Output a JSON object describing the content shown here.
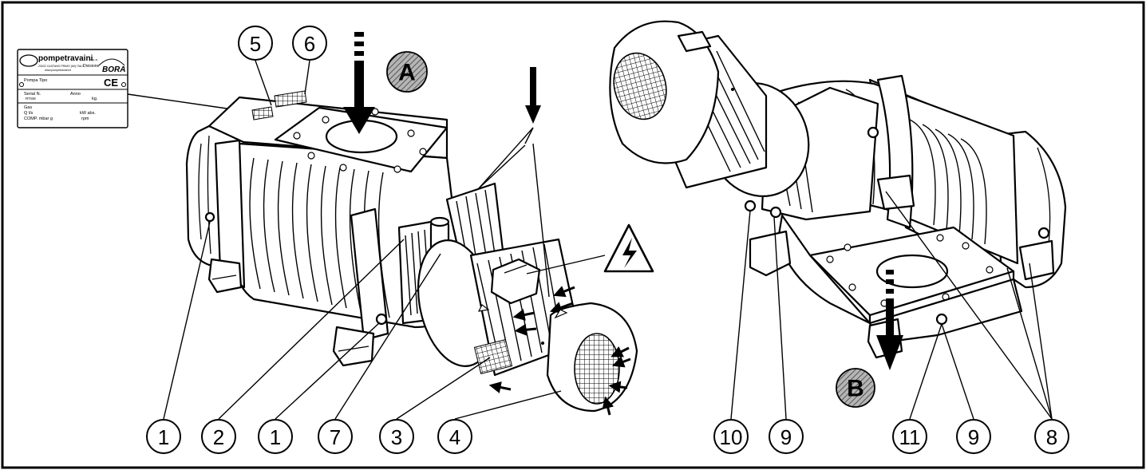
{
  "nameplate": {
    "brand": "pompetravaini",
    "brand_suffix": "s.p.a.",
    "division": "Divisione",
    "logo_text": "BORA",
    "address_line": "20022 CASTANO PRIMO (MI) ITALY",
    "web_line": "www.pompetravaini.it",
    "ce_mark": "CE",
    "fields": [
      {
        "label": "Pompa Tipo",
        "value": ""
      },
      {
        "label": "Serial N.",
        "value": "Anno"
      },
      {
        "label": "RTSM",
        "value": "kg."
      },
      {
        "label": "Gas",
        "value": ""
      },
      {
        "label": "Q l/s",
        "value": "kW abs."
      },
      {
        "label": "COMP. mbar g",
        "value": "rpm"
      }
    ]
  },
  "flow_labels": {
    "inlet": "A",
    "outlet": "B"
  },
  "callouts": {
    "c1a": "1",
    "c2": "2",
    "c1b": "1",
    "c7": "7",
    "c3": "3",
    "c4": "4",
    "c5": "5",
    "c6": "6",
    "c10": "10",
    "c9a": "9",
    "c11": "11",
    "c9b": "9",
    "c8": "8"
  },
  "colors": {
    "line": "#000000",
    "background": "#ffffff",
    "hatch": "#8a8a8a"
  }
}
